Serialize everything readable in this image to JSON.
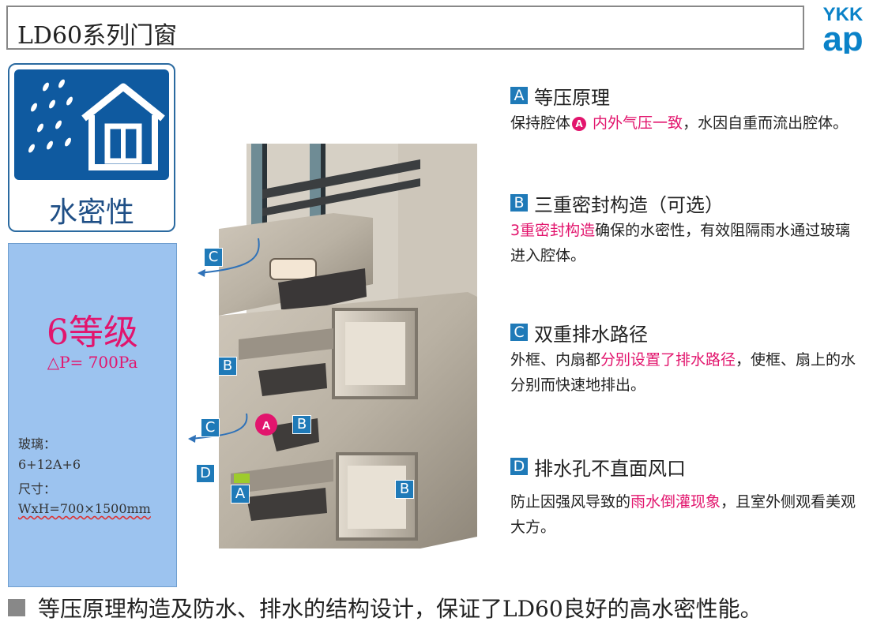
{
  "header": {
    "title": "LD60系列门窗"
  },
  "logo": {
    "line1": "YKK",
    "line2": "ap",
    "color": "#0a82c8"
  },
  "badge": {
    "label": "水密性",
    "icon": "house-rain-icon"
  },
  "grade": {
    "level": "6等级",
    "pressure": "△P= 700Pa",
    "glass_label": "玻璃：",
    "glass_value": "6+12A+6",
    "size_label": "尺寸：",
    "size_value": "WxH=700×1500mm"
  },
  "diagram": {
    "tags": [
      "C",
      "B",
      "C",
      "A",
      "B",
      "D",
      "A",
      "B"
    ]
  },
  "features": [
    {
      "letter": "A",
      "title": "等压原理",
      "body_pre": "保持腔体",
      "marker": "A",
      "body_highlight": " 内外气压一致",
      "body_post": "，水因自重而流出腔体。"
    },
    {
      "letter": "B",
      "title": "三重密封构造（可选）",
      "body_highlight": "3重密封构造",
      "body_post": "确保的水密性，有效阻隔雨水通过玻璃进入腔体。"
    },
    {
      "letter": "C",
      "title": "双重排水路径",
      "body_pre": "外框、内扇都",
      "body_highlight": "分别设置了排水路径",
      "body_post": "，使框、扇上的水分别而快速地排出。"
    },
    {
      "letter": "D",
      "title": "排水孔不直面风口",
      "body_pre": "防止因强风导致的",
      "body_highlight": "雨水倒灌现象",
      "body_post": "，且室外侧观看美观大方。"
    }
  ],
  "footer": {
    "text": "等压原理构造及防水、排水的结构设计，保证了LD60良好的高水密性能。"
  }
}
